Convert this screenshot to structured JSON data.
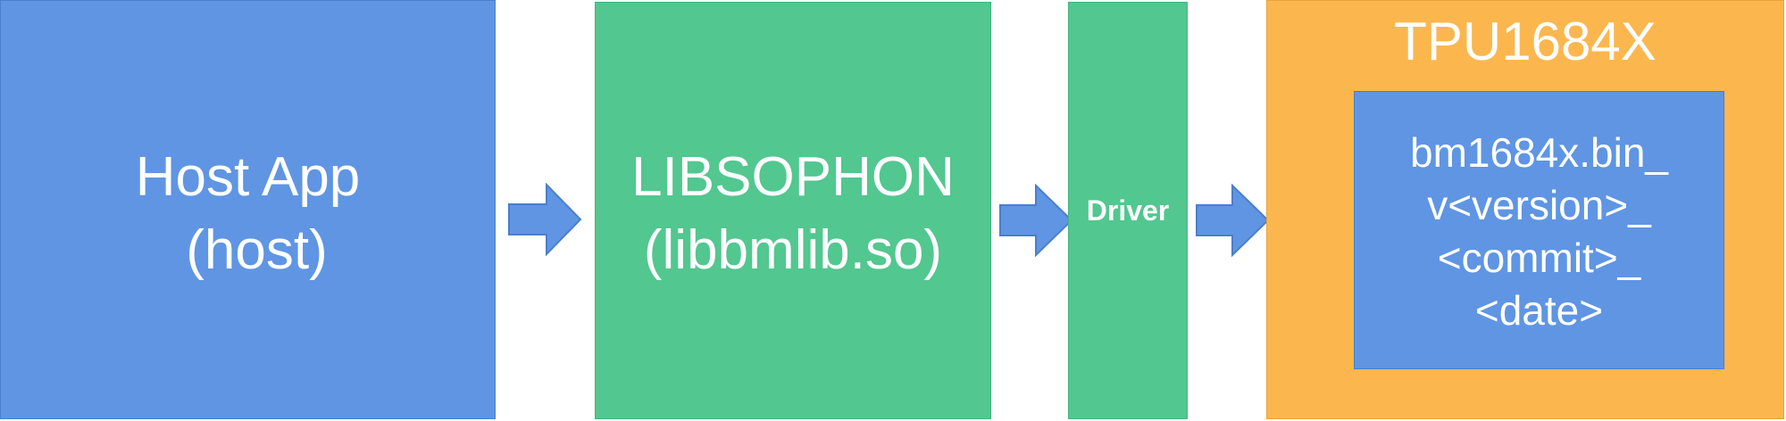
{
  "host_app": {
    "line1": "Host App",
    "line2": "(host)"
  },
  "libsophon": {
    "line1": "LIBSOPHON",
    "line2": "(libbmlib.so)"
  },
  "driver": {
    "label": "Driver"
  },
  "tpu": {
    "title": "TPU1684X",
    "firmware": {
      "line1": "bm1684x.bin_",
      "line2": "v<version>_",
      "line3": "<commit>_",
      "line4": "<date>"
    }
  },
  "colors": {
    "blue": "#5f95e3",
    "green": "#52c78f",
    "orange": "#fbb74e",
    "text": "#ffffff"
  }
}
